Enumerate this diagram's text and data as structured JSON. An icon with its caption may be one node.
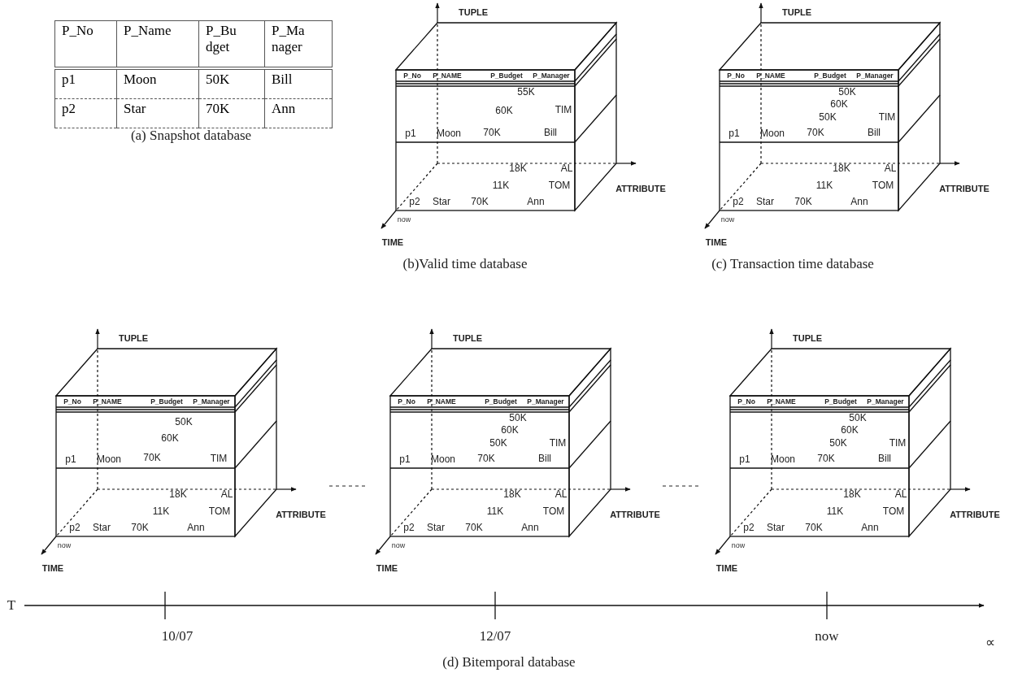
{
  "diagram": {
    "nodes": [
      {
        "text": [
          "P_No",
          "P_NAME",
          "P_Budget",
          "P_Manager",
          "55K",
          "60K",
          "TIM",
          "p1",
          "Moon",
          "70K",
          "Bill",
          "18K",
          "AL",
          "11K",
          "TOM",
          "p2",
          "Star",
          "70K",
          "Ann",
          "TUPLE",
          "ATTRIBUTE",
          "now",
          "TIME"
        ]
      },
      {
        "text": [
          "P_No",
          "P_NAME",
          "P_Budget",
          "P_Manager",
          "50K",
          "60K",
          "50K",
          "TIM",
          "p1",
          "Moon",
          "70K",
          "Bill",
          "18K",
          "AL",
          "11K",
          "TOM",
          "p2",
          "Star",
          "70K",
          "Ann",
          "TUPLE",
          "ATTRIBUTE",
          "now",
          "TIME"
        ]
      },
      {
        "text": [
          "P_No",
          "P_NAME",
          "P_Budget",
          "P_Manager",
          "50K",
          "60K",
          "p1",
          "Moon",
          "70K",
          "TIM",
          "18K",
          "AL",
          "11K",
          "TOM",
          "p2",
          "Star",
          "70K",
          "Ann",
          "TUPLE",
          "ATTRIBUTE",
          "now",
          "TIME"
        ]
      },
      {
        "text": [
          "P_No",
          "P_NAME",
          "P_Budget",
          "P_Manager",
          "50K",
          "60K",
          "50K",
          "TIM",
          "p1",
          "Moon",
          "70K",
          "Bill",
          "18K",
          "AL",
          "11K",
          "TOM",
          "p2",
          "Star",
          "70K",
          "Ann",
          "TUPLE",
          "ATTRIBUTE",
          "now",
          "TIME"
        ]
      },
      {
        "text": [
          "P_No",
          "P_NAME",
          "P_Budget",
          "P_Manager",
          "50K",
          "60K",
          "50K",
          "TIM",
          "p1",
          "Moon",
          "70K",
          "Bill",
          "18K",
          "AL",
          "11K",
          "TOM",
          "p2",
          "Star",
          "70K",
          "Ann",
          "TUPLE",
          "ATTRIBUTE",
          "now",
          "TIME"
        ]
      }
    ],
    "labels": [
      "P_No",
      "P_Name",
      "P_Budget",
      "P_Manager",
      "p1",
      "Moon",
      "50K",
      "Bill",
      "p2",
      "Star",
      "70K",
      "Ann",
      "(a) Snapshot database",
      "(b)Valid time database",
      "(c) Transaction time database",
      "T",
      "10/07",
      "12/07",
      "now",
      "∝",
      "(d) Bitemporal database"
    ]
  }
}
